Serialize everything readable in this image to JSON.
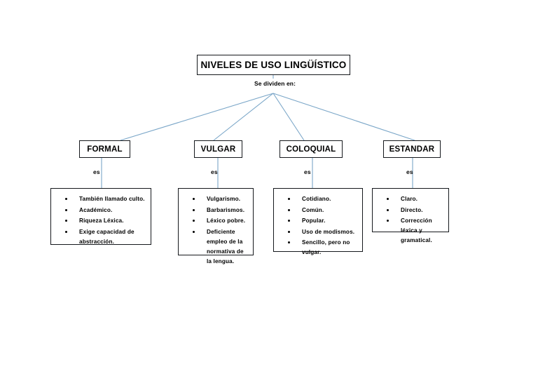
{
  "diagram": {
    "type": "hierarchy-tree",
    "title": "NIVELES DE USO LINGÜÍSTICO",
    "root_connector_label": "Se dividen en:",
    "edge_color": "#7aa6c8",
    "box_border_color": "#15181c",
    "background": "#ffffff",
    "branches": [
      {
        "label": "FORMAL",
        "connector_label": "es",
        "items": [
          "También llamado culto.",
          "Académico.",
          "Riqueza Léxica.",
          "Exige capacidad de abstracción."
        ]
      },
      {
        "label": "VULGAR",
        "connector_label": "es",
        "items": [
          "Vulgarismo.",
          "Barbarismos.",
          "Léxico pobre.",
          "Deficiente empleo de la normativa de la lengua."
        ]
      },
      {
        "label": "COLOQUIAL",
        "connector_label": "es",
        "items": [
          "Cotidiano.",
          "Común.",
          "Popular.",
          "Uso de modismos.",
          "Sencillo, pero no vulgar."
        ]
      },
      {
        "label": "ESTANDAR",
        "connector_label": "es",
        "items": [
          "Claro.",
          "Directo.",
          "Corrección léxica y gramatical."
        ]
      }
    ]
  }
}
